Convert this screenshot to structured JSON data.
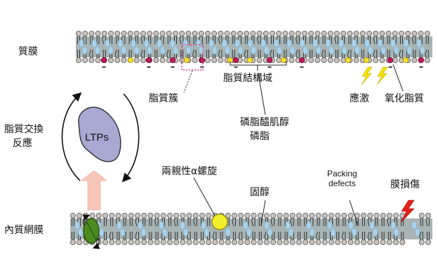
{
  "labels": {
    "plasma_membrane": "質膜",
    "er_membrane": "內質網膜",
    "lipid_exchange": [
      "脂質交換",
      "反應"
    ],
    "ltps": "LTPs",
    "lipid_cluster": "脂質簇",
    "lipid_domain": "脂質結構域",
    "pip": [
      "磷脂醯肌醇",
      "磷脂"
    ],
    "stress": "應激",
    "oxidized_lipid": "氧化脂質",
    "amphipathic_helix": "兩親性α螺旋",
    "sterol": "固醇",
    "packing_defects": [
      "Packing",
      "defects"
    ],
    "membrane_damage": "膜損傷"
  },
  "colors": {
    "membrane_band": "#a9b4b4",
    "headgroup": "#c8c2bc",
    "cholesterol": "#a9d3ec",
    "magenta_lipid": "#c2185b",
    "yellow_lipid": "#f3df2e",
    "ltp_fill": "#a9a8d3",
    "arrow_pink": "#f7c6b8",
    "green_protein": "#4c8a1e",
    "lightning_yellow": "#f5e400",
    "lightning_red": "#e3211b",
    "cluster_box": "#e0338a"
  },
  "icons": [
    "ltp-protein-blob",
    "stress-lightning-icon",
    "damage-lightning-icon",
    "transport-arrow-icon",
    "membrane-protein-icon"
  ]
}
